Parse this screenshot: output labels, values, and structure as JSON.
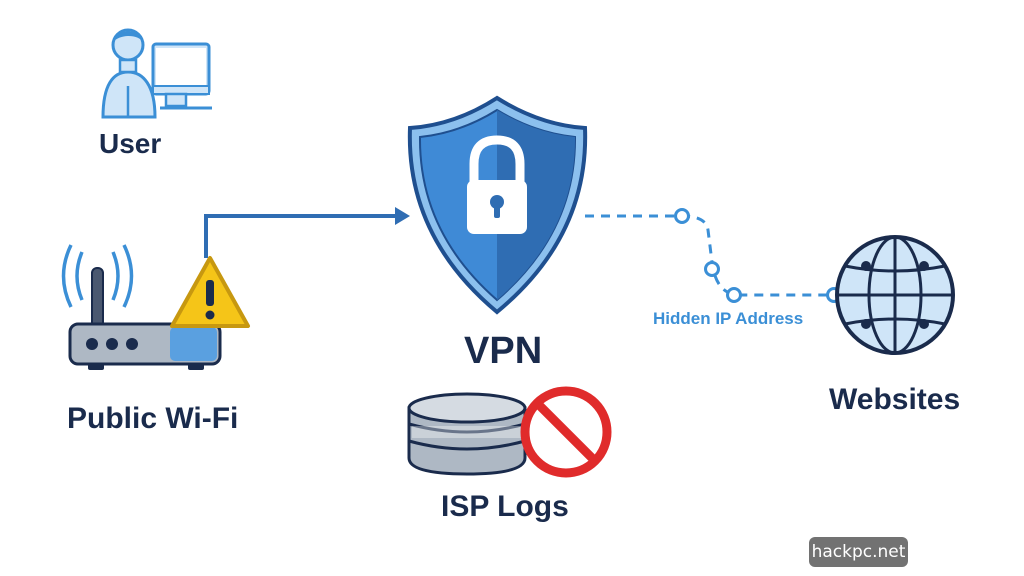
{
  "labels": {
    "user": "User",
    "public_wifi": "Public Wi-Fi",
    "vpn": "VPN",
    "isp_logs": "ISP Logs",
    "websites": "Websites",
    "hidden_ip": "Hidden IP Address"
  },
  "watermark": "hackpc.net",
  "colors": {
    "navy": "#1a2b4c",
    "blue": "#2f6db3",
    "light_blue": "#cfe5f8",
    "accent_blue": "#3b8fd6",
    "warning_yellow": "#f5c518",
    "stop_red": "#e02b2b",
    "gray": "#9aa3ad"
  },
  "icons": [
    "user-at-computer-icon",
    "router-wifi-icon",
    "warning-icon",
    "vpn-shield-lock-icon",
    "database-icon",
    "prohibited-icon",
    "globe-icon"
  ]
}
